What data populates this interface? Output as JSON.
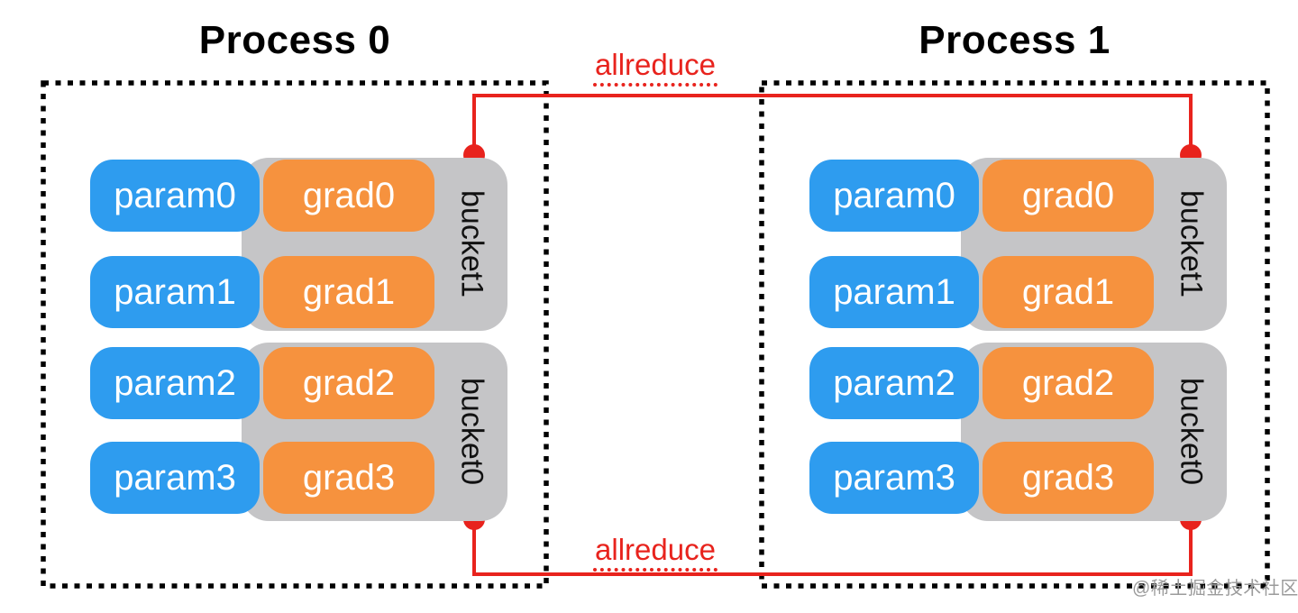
{
  "colors": {
    "param_blue": "#2E9CEF",
    "grad_orange": "#F6923E",
    "bucket_gray": "#C5C5C7",
    "line_red": "#E8231D",
    "title_black": "#000000",
    "watermark_gray": "#9B9B9B"
  },
  "connections": {
    "top_label": "allreduce",
    "bottom_label": "allreduce"
  },
  "processes": [
    {
      "title": "Process 0",
      "buckets": [
        {
          "label": "bucket1",
          "rows": [
            {
              "param": "param0",
              "grad": "grad0"
            },
            {
              "param": "param1",
              "grad": "grad1"
            }
          ]
        },
        {
          "label": "bucket0",
          "rows": [
            {
              "param": "param2",
              "grad": "grad2"
            },
            {
              "param": "param3",
              "grad": "grad3"
            }
          ]
        }
      ]
    },
    {
      "title": "Process 1",
      "buckets": [
        {
          "label": "bucket1",
          "rows": [
            {
              "param": "param0",
              "grad": "grad0"
            },
            {
              "param": "param1",
              "grad": "grad1"
            }
          ]
        },
        {
          "label": "bucket0",
          "rows": [
            {
              "param": "param2",
              "grad": "grad2"
            },
            {
              "param": "param3",
              "grad": "grad3"
            }
          ]
        }
      ]
    }
  ],
  "watermark": "@稀土掘金技术社区"
}
